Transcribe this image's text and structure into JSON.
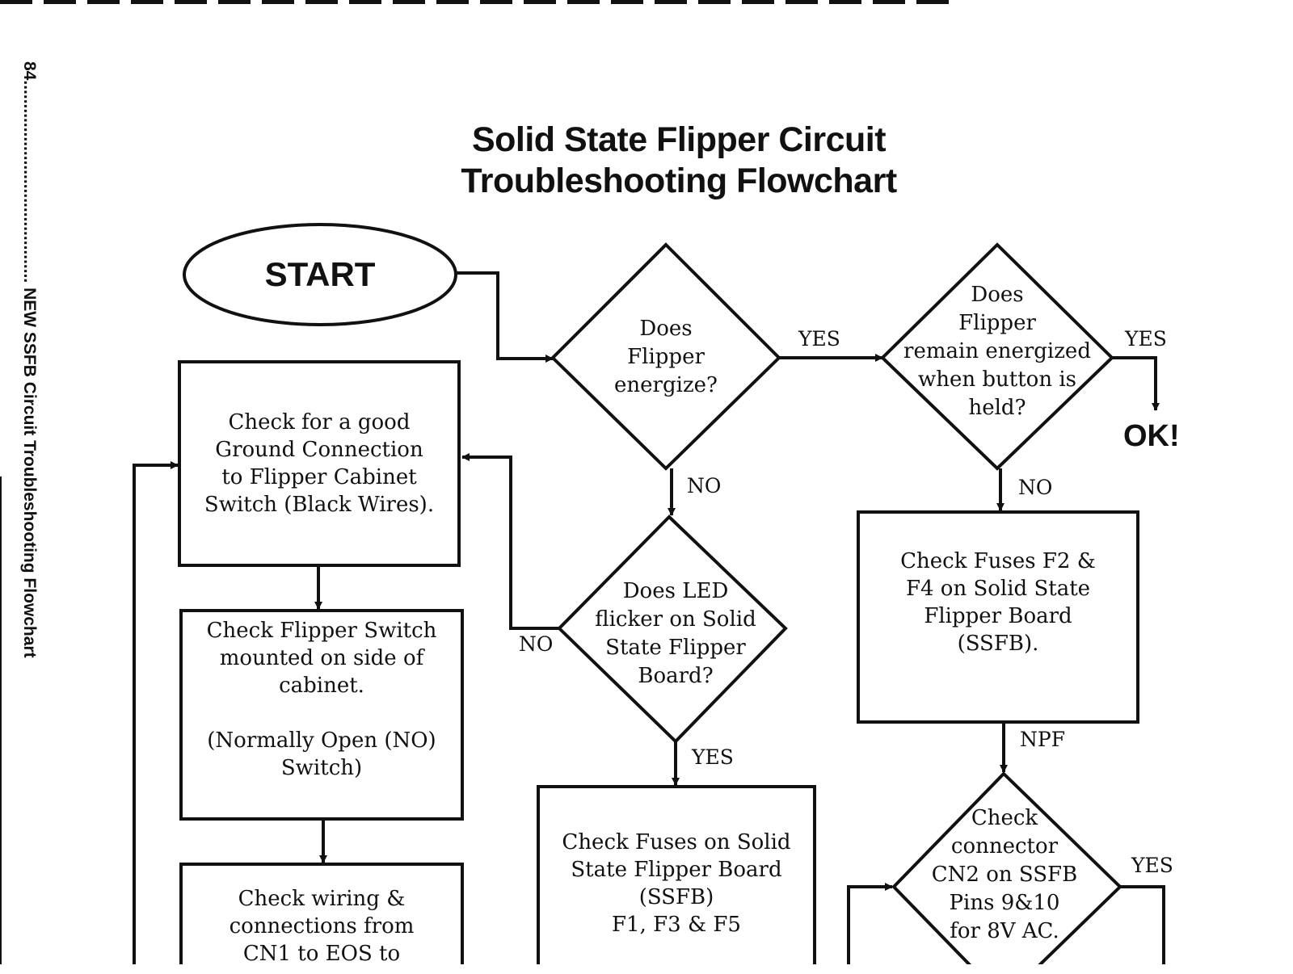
{
  "page": {
    "side_header": "84........................................... NEW SSFB Circuit Troubleshooting Flowchart"
  },
  "title": {
    "line1": "Solid State Flipper Circuit",
    "line2": "Troubleshooting Flowchart"
  },
  "nodes": {
    "start": "START",
    "q_energize": [
      "Does",
      "Flipper",
      "energize?"
    ],
    "q_remain": [
      "Does",
      "Flipper",
      "remain energized",
      "when button is",
      "held?"
    ],
    "ok": "OK!",
    "box_ground": [
      "Check for a good",
      "Ground Connection",
      "to Flipper Cabinet",
      "Switch (Black Wires)."
    ],
    "box_switch": [
      "Check Flipper Switch",
      "mounted on side of",
      "cabinet."
    ],
    "box_switch_note": [
      "(Normally Open (NO)",
      "Switch)"
    ],
    "box_wiring": [
      "Check wiring &",
      "connections from",
      "CN1 to EOS to"
    ],
    "q_led": [
      "Does LED",
      "flicker on Solid",
      "State Flipper",
      "Board?"
    ],
    "box_fuses_f2f4": [
      "Check Fuses F2 &",
      "F4 on Solid State",
      "Flipper Board",
      "(SSFB)."
    ],
    "box_fuses_f1f3f5": [
      "Check Fuses on Solid",
      "State Flipper Board",
      "(SSFB)",
      "F1, F3 & F5"
    ],
    "q_cn2": [
      "Check",
      "connector",
      "CN2 on SSFB",
      "Pins 9&10",
      "for 8V AC."
    ]
  },
  "edge_labels": {
    "yes_1": "YES",
    "yes_2": "YES",
    "no_1": "NO",
    "no_2": "NO",
    "no_led": "NO",
    "yes_led": "YES",
    "npf": "NPF",
    "yes_cn2": "YES"
  }
}
